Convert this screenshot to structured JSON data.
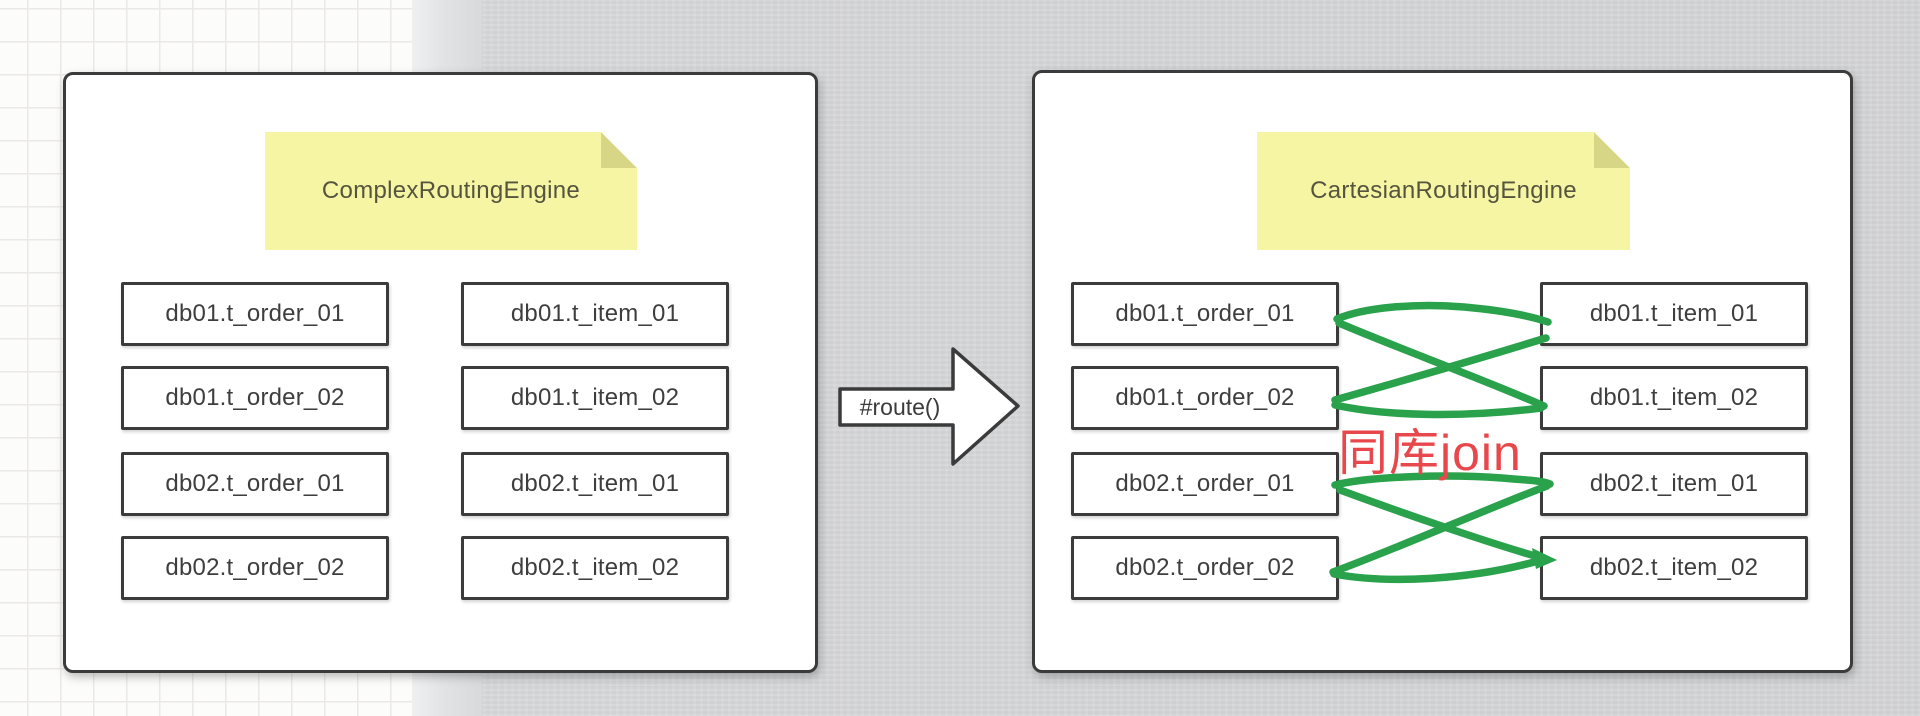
{
  "diagram": {
    "left_panel": {
      "note_label": "ComplexRoutingEngine",
      "order_tables": [
        "db01.t_order_01",
        "db01.t_order_02",
        "db02.t_order_01",
        "db02.t_order_02"
      ],
      "item_tables": [
        "db01.t_item_01",
        "db01.t_item_02",
        "db02.t_item_01",
        "db02.t_item_02"
      ]
    },
    "transform_arrow": {
      "label": "#route()"
    },
    "right_panel": {
      "note_label": "CartesianRoutingEngine",
      "order_tables": [
        "db01.t_order_01",
        "db01.t_order_02",
        "db02.t_order_01",
        "db02.t_order_02"
      ],
      "item_tables": [
        "db01.t_item_01",
        "db01.t_item_02",
        "db02.t_item_01",
        "db02.t_item_02"
      ],
      "annotation": "同库join"
    },
    "colors": {
      "note_fill": "#f6f5a4",
      "note_fold": "#d7d586",
      "join_line_green": "#2aa14b",
      "annotation_red": "#e8484b",
      "shape_border": "#3b3b3b"
    }
  }
}
